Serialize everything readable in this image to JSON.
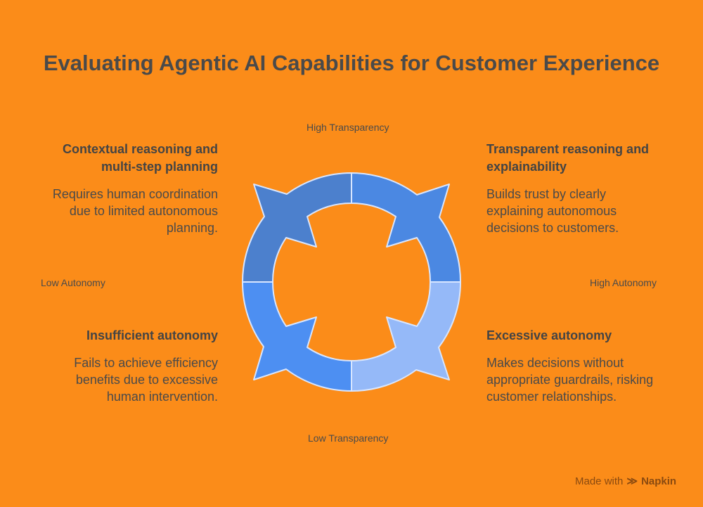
{
  "title": "Evaluating Agentic AI Capabilities for Customer Experience",
  "axes": {
    "top": "High Transparency",
    "bottom": "Low Transparency",
    "left": "Low Autonomy",
    "right": "High Autonomy"
  },
  "quadrants": [
    {
      "heading": "Contextual reasoning and multi-step planning",
      "text": "Requires human coordination due to limited autonomous planning.",
      "color": "#4c80cd"
    },
    {
      "heading": "Transparent reasoning and explainability",
      "text": "Builds trust by clearly explaining autonomous decisions to customers.",
      "color": "#4b88e2"
    },
    {
      "heading": "Insufficient autonomy",
      "text": "Fails to achieve efficiency benefits due to excessive human intervention.",
      "color": "#4d8ff2"
    },
    {
      "heading": "Excessive autonomy",
      "text": "Makes decisions without appropriate guardrails, risking customer relationships.",
      "color": "#95b9f8"
    }
  ],
  "footer": {
    "made_with": "Made with",
    "brand": "Napkin"
  }
}
